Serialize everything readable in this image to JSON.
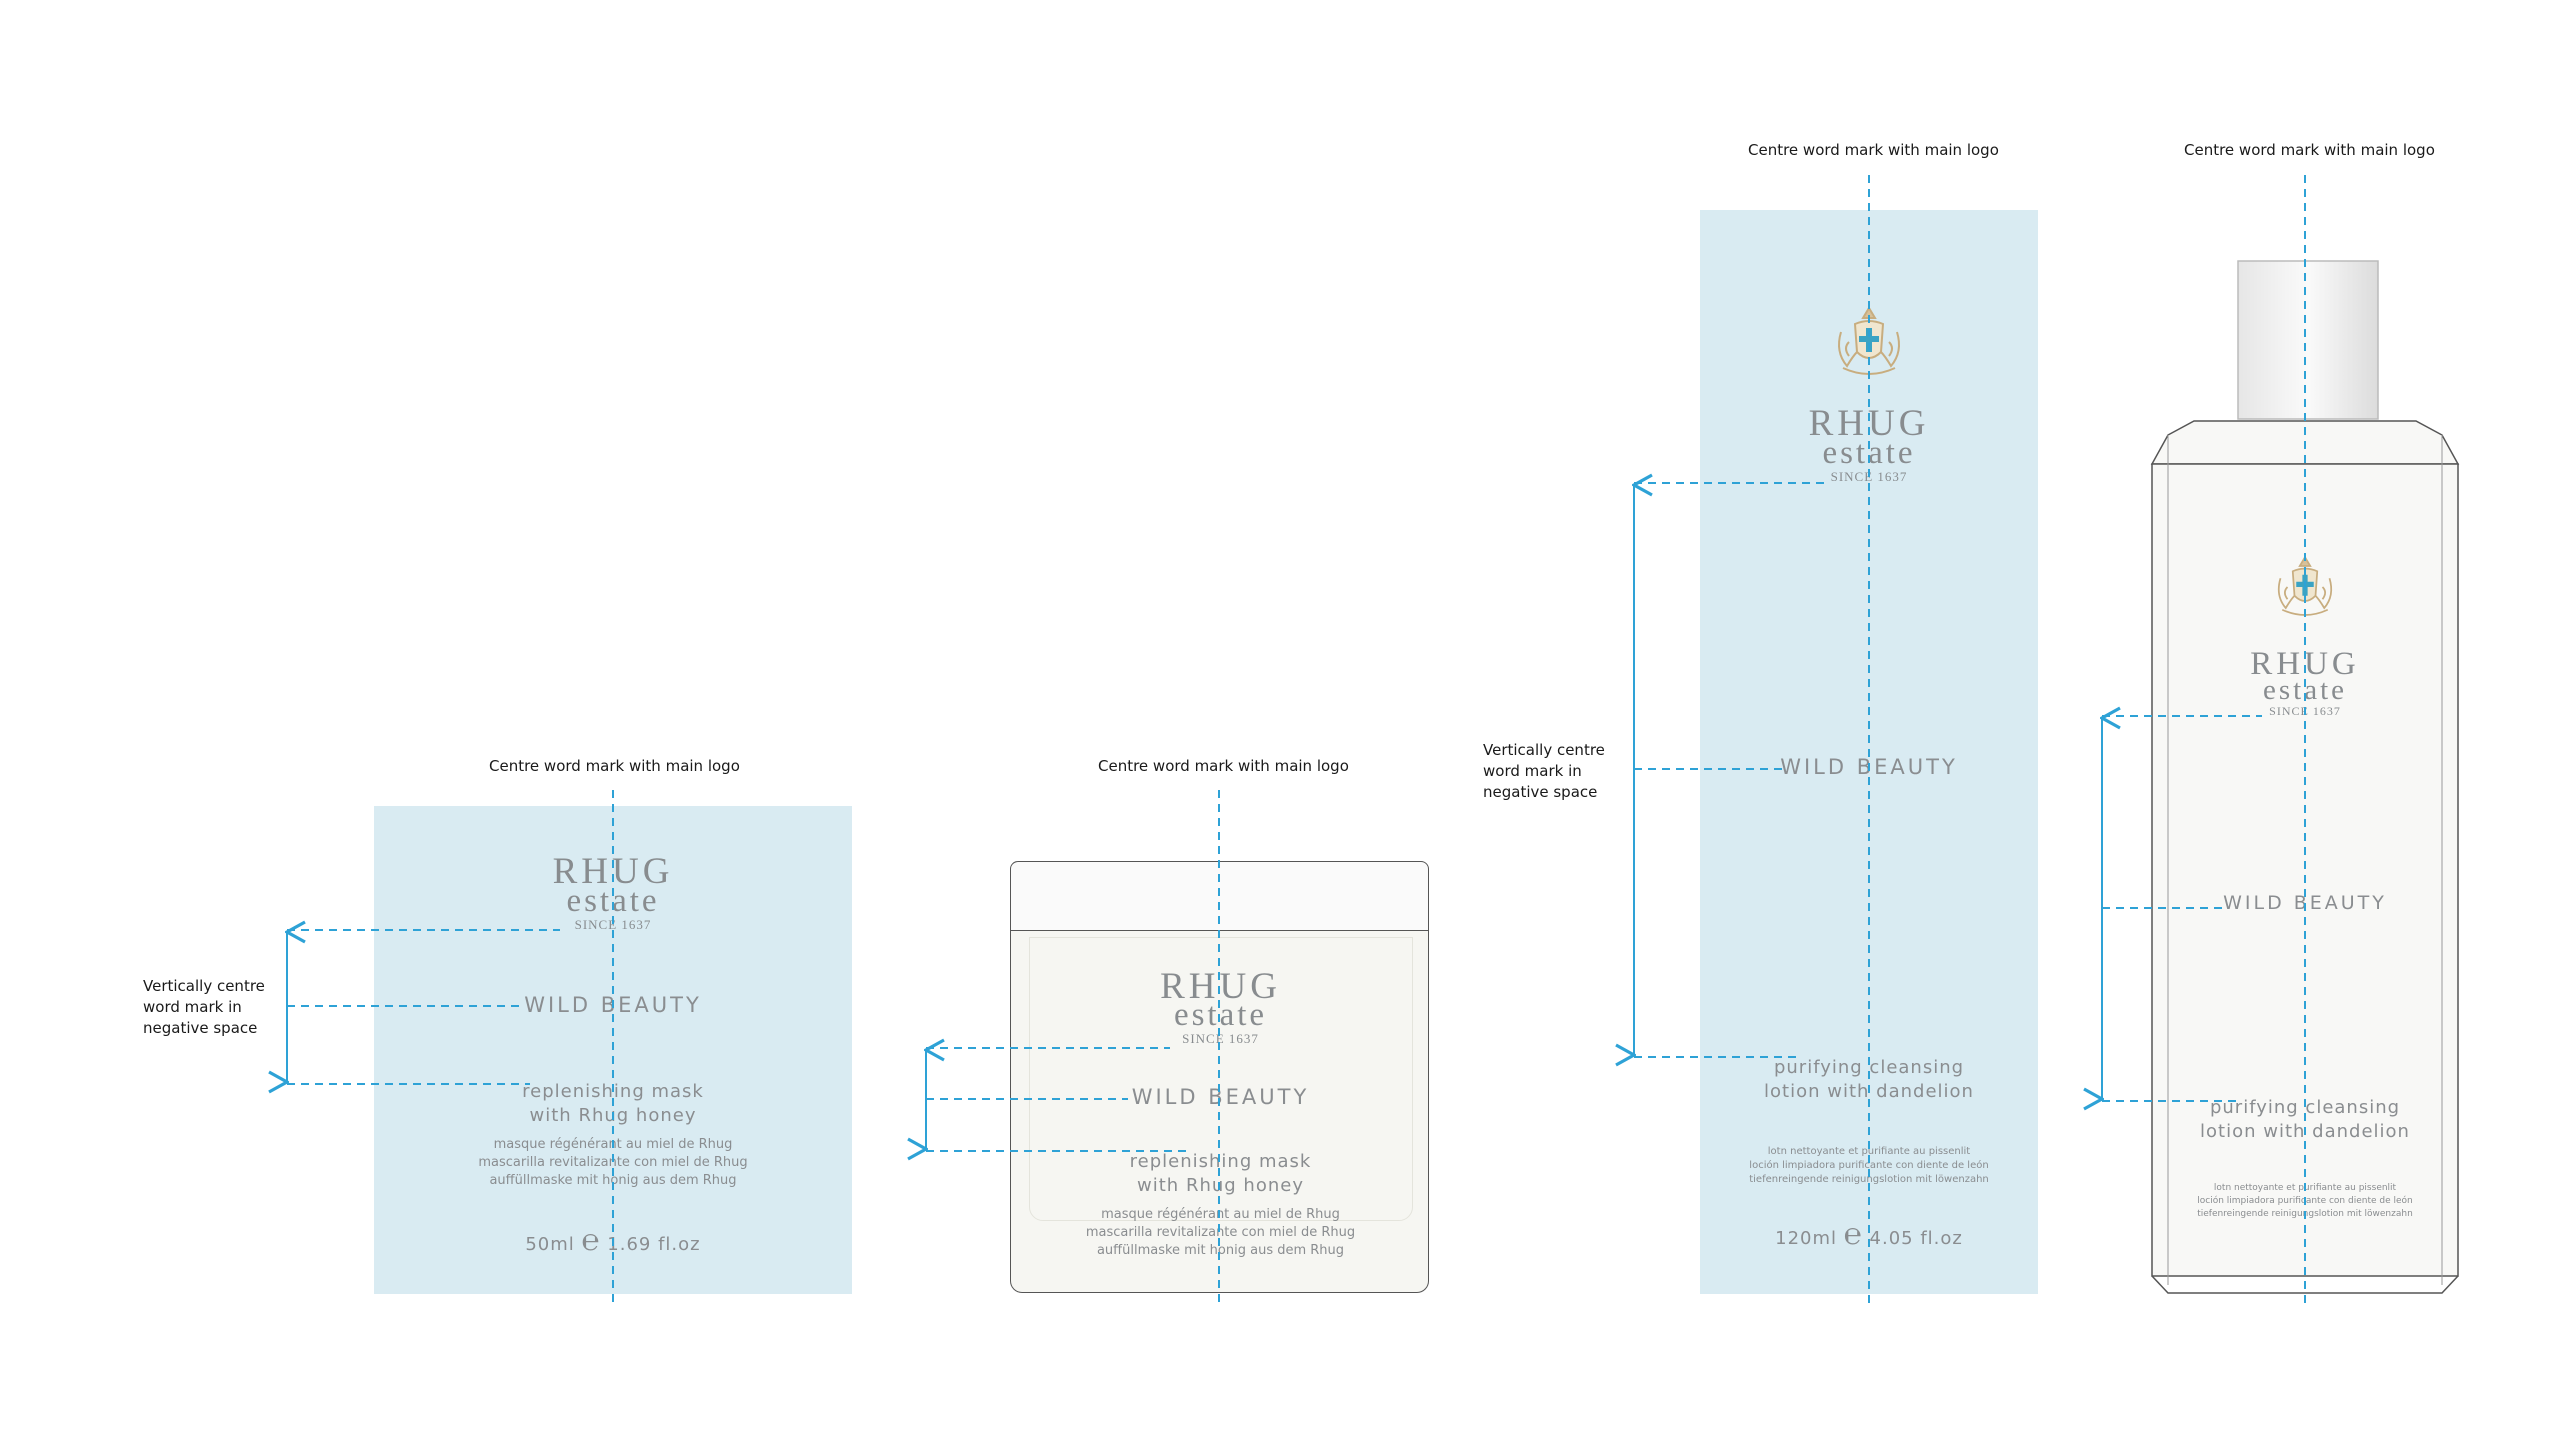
{
  "annotations": {
    "centre_note": "Centre word mark with main logo",
    "vertical_note": "Vertically centre\nword mark in\nnegative space"
  },
  "brand": {
    "wordmark_top": "RHUG",
    "wordmark_bottom": "estate",
    "since": "SINCE 1637",
    "tagline": "WILD BEAUTY"
  },
  "products": {
    "mask": {
      "name": "replenishing mask\nwith Rhug honey",
      "translations": "masque régénérant au miel de Rhug\nmascarilla revitalizante con miel de Rhug\nauffüllmaske mit honig aus dem Rhug",
      "size_left": "50ml",
      "size_right": "1.69 fl.oz"
    },
    "lotion": {
      "name": "purifying cleansing\nlotion with dandelion",
      "translations": "lotn nettoyante et purifiante au pissenlit\nloción limpiadora purificante con diente de león\ntiefenreingende reinigungslotion mit löwenzahn",
      "size_left": "120ml",
      "size_right": "4.05 fl.oz"
    }
  },
  "colors": {
    "guide": "#2ea2d6",
    "panel": "#d9ebf2",
    "product_text": "#888c8f",
    "crest_gold": "#c8ad7f"
  },
  "icons": {
    "estimated_sign": "e-mark-icon",
    "crest": "crest-icon"
  }
}
